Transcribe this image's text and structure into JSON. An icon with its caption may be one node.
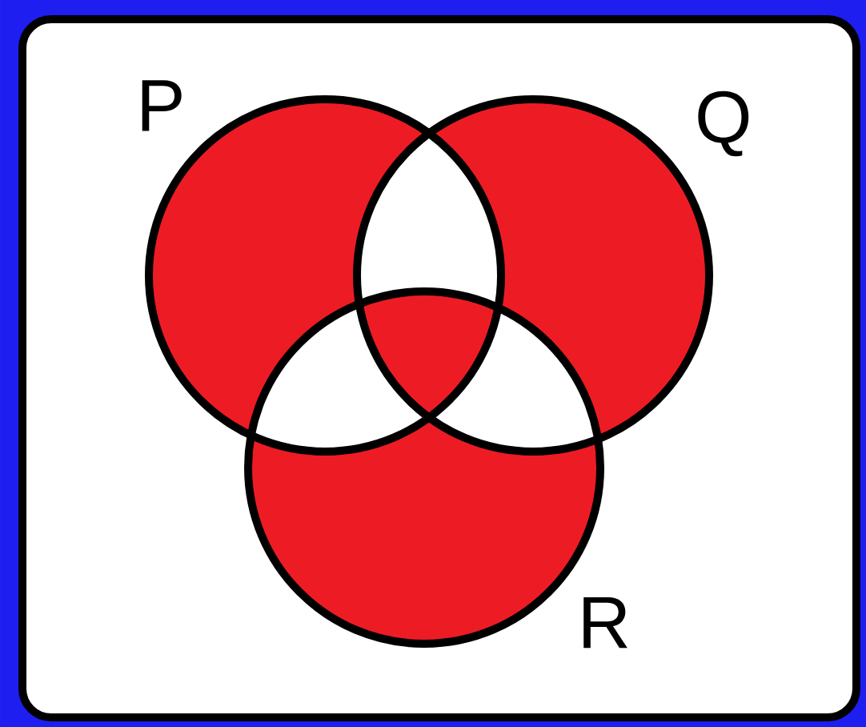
{
  "diagram": {
    "nodes": [
      {
        "text": [
          "P"
        ]
      },
      {
        "text": [
          "Q"
        ]
      },
      {
        "text": [
          "R"
        ]
      }
    ],
    "edges": []
  }
}
